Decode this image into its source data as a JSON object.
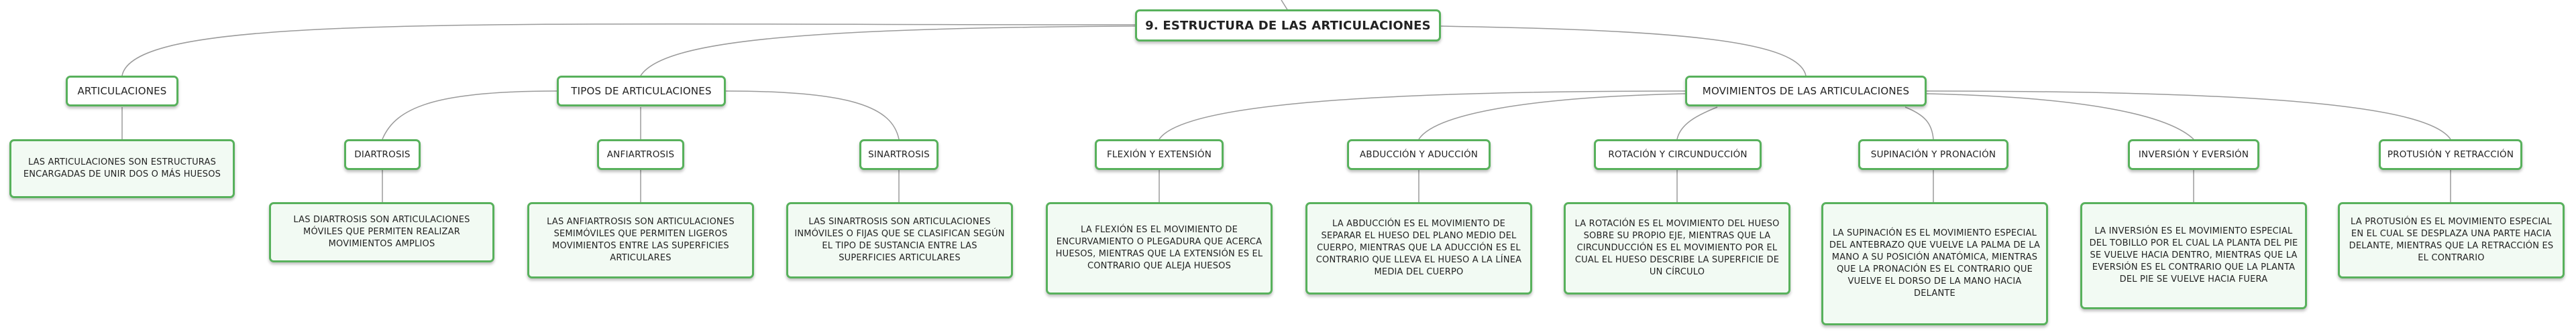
{
  "title": "9. ESTRUCTURA DE LAS ARTICULACIONES",
  "colors": {
    "border": "#58b15c",
    "line": "#9a9a9a",
    "desc_fill": "#f2faf3"
  },
  "branches": {
    "articulaciones": {
      "label": "ARTICULACIONES",
      "description": "LAS ARTICULACIONES SON ESTRUCTURAS ENCARGADAS DE UNIR DOS O MÁS HUESOS"
    },
    "tipos": {
      "label": "TIPOS DE ARTICULACIONES",
      "items": [
        {
          "label": "DIARTROSIS",
          "description": "LAS DIARTROSIS SON ARTICULACIONES MÓVILES QUE PERMITEN REALIZAR MOVIMIENTOS AMPLIOS"
        },
        {
          "label": "ANFIARTROSIS",
          "description": "LAS ANFIARTROSIS SON ARTICULACIONES SEMIMÓVILES QUE PERMITEN LIGEROS MOVIMIENTOS ENTRE LAS SUPERFICIES ARTICULARES"
        },
        {
          "label": "SINARTROSIS",
          "description": "LAS SINARTROSIS SON ARTICULACIONES INMÓVILES O FIJAS QUE SE CLASIFICAN SEGÚN EL TIPO DE SUSTANCIA ENTRE LAS SUPERFICIES ARTICULARES"
        }
      ]
    },
    "movimientos": {
      "label": "MOVIMIENTOS DE LAS ARTICULACIONES",
      "items": [
        {
          "label": "FLEXIÓN Y EXTENSIÓN",
          "description": "LA FLEXIÓN ES EL MOVIMIENTO DE ENCURVAMIENTO O PLEGADURA QUE ACERCA HUESOS, MIENTRAS QUE LA EXTENSIÓN ES EL CONTRARIO QUE ALEJA HUESOS"
        },
        {
          "label": "ABDUCCIÓN Y ADUCCIÓN",
          "description": "LA ABDUCCIÓN ES EL MOVIMIENTO DE SEPARAR EL HUESO DEL PLANO MEDIO DEL CUERPO, MIENTRAS QUE LA ADUCCIÓN ES EL CONTRARIO QUE LLEVA EL HUESO A LA LÍNEA MEDIA DEL CUERPO"
        },
        {
          "label": "ROTACIÓN Y CIRCUNDUCCIÓN",
          "description": "LA ROTACIÓN ES EL MOVIMIENTO DEL HUESO SOBRE SU PROPIO EJE, MIENTRAS QUE LA CIRCUNDUCCIÓN ES EL MOVIMIENTO POR EL CUAL EL HUESO DESCRIBE LA SUPERFICIE DE UN CÍRCULO"
        },
        {
          "label": "SUPINACIÓN Y PRONACIÓN",
          "description": "LA SUPINACIÓN ES EL MOVIMIENTO ESPECIAL DEL ANTEBRAZO QUE VUELVE LA PALMA DE LA MANO A SU POSICIÓN ANATÓMICA, MIENTRAS QUE LA PRONACIÓN ES EL CONTRARIO QUE VUELVE EL DORSO DE LA MANO HACIA DELANTE"
        },
        {
          "label": "INVERSIÓN Y EVERSIÓN",
          "description": "LA INVERSIÓN ES EL MOVIMIENTO ESPECIAL DEL TOBILLO POR EL CUAL LA PLANTA DEL PIE SE VUELVE HACIA DENTRO, MIENTRAS QUE LA EVERSIÓN ES EL CONTRARIO QUE LA PLANTA DEL PIE SE VUELVE HACIA FUERA"
        },
        {
          "label": "PROTUSIÓN Y RETRACCIÓN",
          "description": "LA PROTUSIÓN ES EL MOVIMIENTO ESPECIAL EN EL CUAL SE DESPLAZA UNA PARTE HACIA DELANTE, MIENTRAS QUE LA RETRACCIÓN ES EL CONTRARIO"
        }
      ]
    }
  }
}
